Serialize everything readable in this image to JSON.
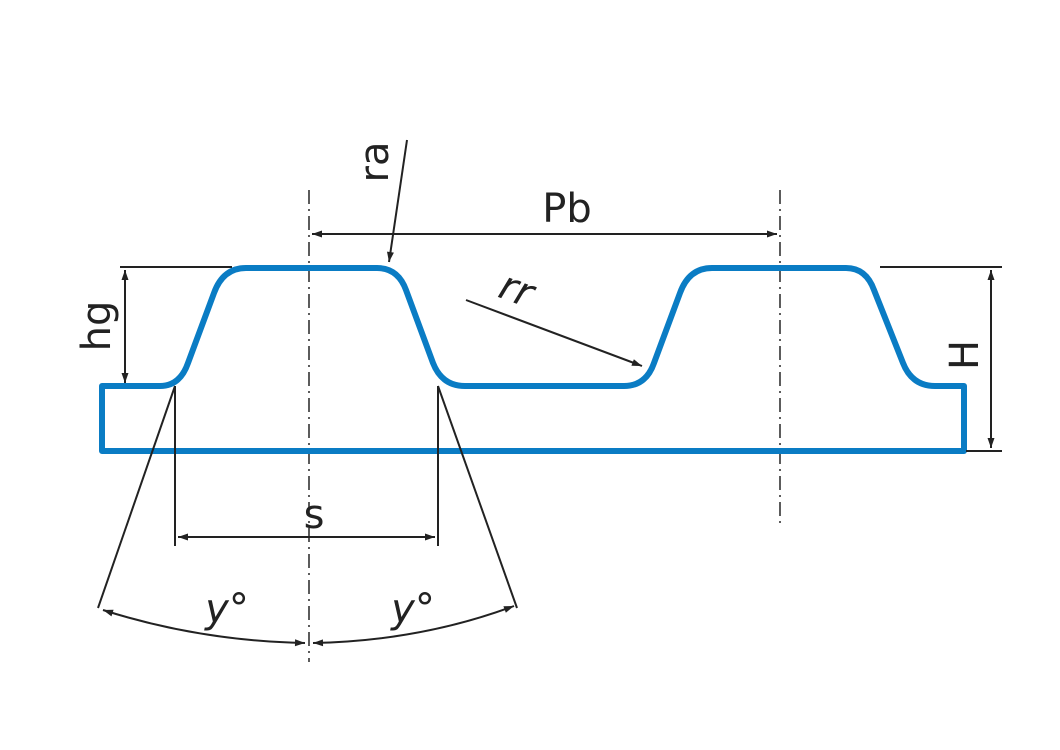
{
  "labels": {
    "ra": "ra",
    "pb": "Pb",
    "hg": "hg",
    "rr": "rr",
    "h": "H",
    "s": "s",
    "angle_left": "y°",
    "angle_right": "y°"
  },
  "colors": {
    "profile": "#0a7cc4",
    "dimension": "#222222",
    "background": "#ffffff"
  }
}
